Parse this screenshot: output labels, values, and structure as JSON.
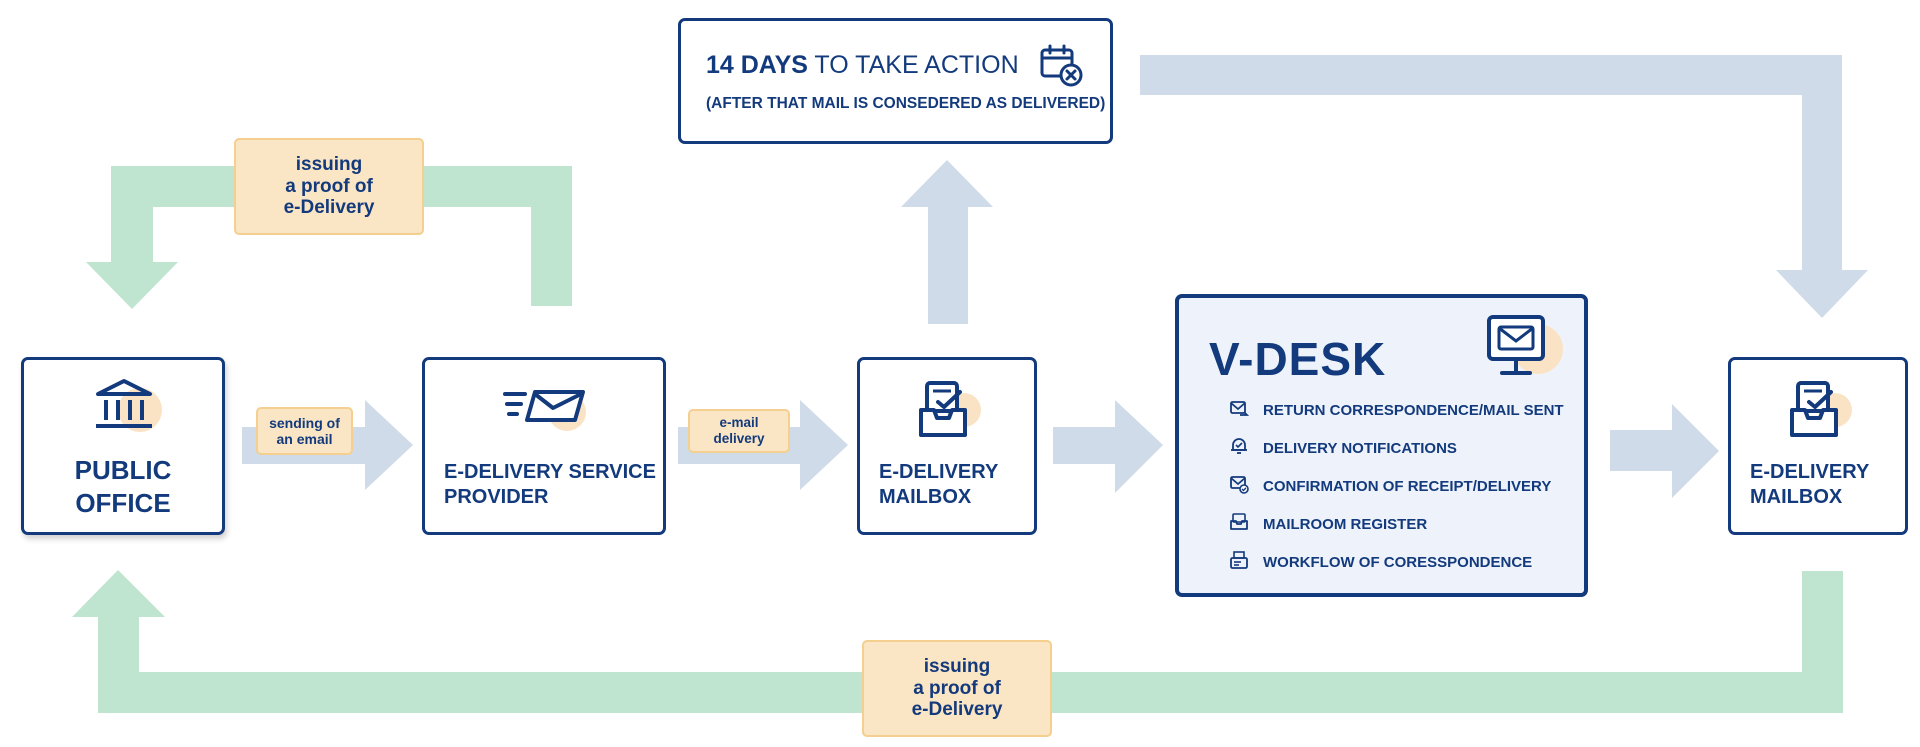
{
  "nodes": {
    "public_office": {
      "label": "PUBLIC\nOFFICE",
      "icon": "bank-icon"
    },
    "provider": {
      "label": "E-DELIVERY SERVICE\nPROVIDER",
      "icon": "send-mail-icon"
    },
    "mailbox_1": {
      "label": "E-DELIVERY\nMAILBOX",
      "icon": "mailbox-tray-icon"
    },
    "vdesk": {
      "title": "V-DESK",
      "icon": "monitor-mail-icon",
      "items": [
        {
          "label": "RETURN CORRESPONDENCE/MAIL SENT",
          "icon": "mail-return-icon"
        },
        {
          "label": "DELIVERY NOTIFICATIONS",
          "icon": "bell-check-icon"
        },
        {
          "label": "CONFIRMATION OF RECEIPT/DELIVERY",
          "icon": "mail-check-icon"
        },
        {
          "label": "MAILROOM REGISTER",
          "icon": "register-tray-icon"
        },
        {
          "label": "WORKFLOW OF CORESSPONDENCE",
          "icon": "workflow-printer-icon"
        }
      ]
    },
    "mailbox_2": {
      "label": "E-DELIVERY\nMAILBOX",
      "icon": "mailbox-tray-icon"
    }
  },
  "deadline": {
    "bold": "14 DAYS",
    "rest": " TO TAKE ACTION",
    "note": "(AFTER THAT MAIL IS CONSEDERED AS DELIVERED)",
    "icon": "calendar-x-icon"
  },
  "tags": {
    "sending_email": "sending of\nan email",
    "email_delivery": "e-mail\ndelivery",
    "proof_top": "issuing\na proof of\ne-Delivery",
    "proof_bottom": "issuing\na proof of\ne-Delivery"
  },
  "colors": {
    "navy": "#133a7c",
    "blue_arrow": "#cfdbe8",
    "green_arrow": "#bfe4cf",
    "tag_fill": "#fae5c4",
    "tag_border": "#f4cf8f",
    "icon_accent": "#fae3c4",
    "vdesk_fill": "#eef3fb"
  }
}
